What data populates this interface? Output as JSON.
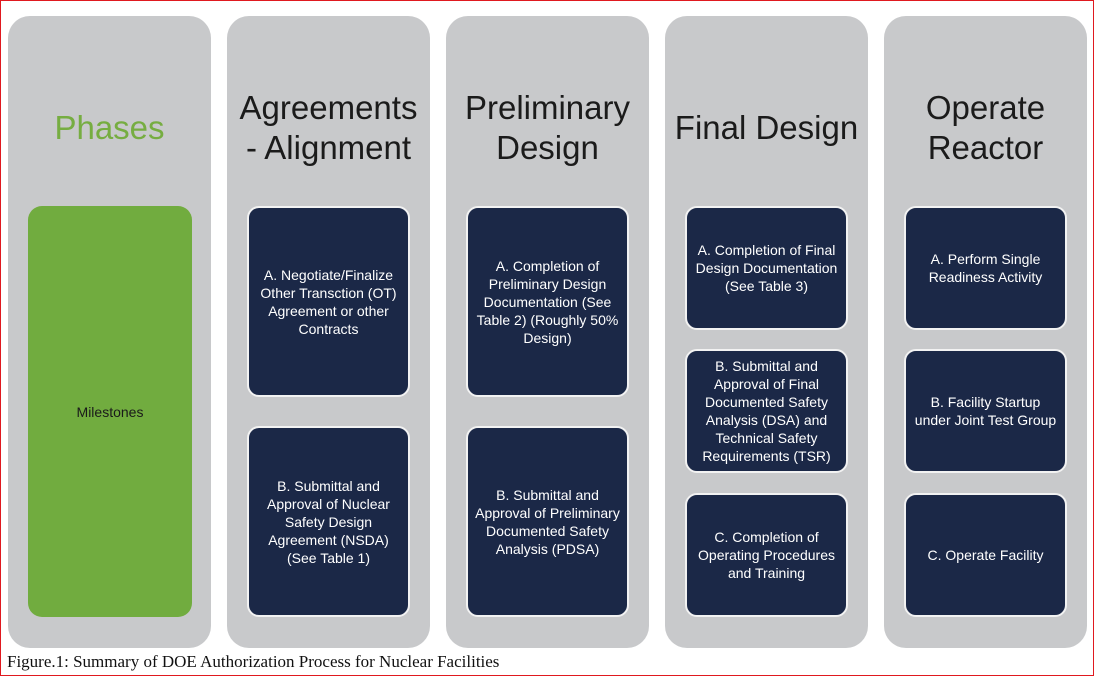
{
  "columns": [
    {
      "title": "Phases",
      "row_label": "Milestones",
      "items": []
    },
    {
      "title": "Agreements\n- Alignment",
      "items": [
        "A. Negotiate/Finalize Other Transction (OT) Agreement or other Contracts",
        "B. Submittal and Approval of Nuclear Safety Design Agreement (NSDA) (See Table 1)"
      ]
    },
    {
      "title": "Preliminary\nDesign",
      "items": [
        "A. Completion of Preliminary Design Documentation (See Table 2) (Roughly 50% Design)",
        "B. Submittal and Approval of Preliminary Documented Safety Analysis (PDSA)"
      ]
    },
    {
      "title": "Final Design",
      "items": [
        "A. Completion of Final Design Documentation (See Table 3)",
        "B. Submittal and Approval of Final Documented Safety Analysis (DSA) and Technical Safety Requirements (TSR)",
        "C. Completion of Operating Procedures and Training"
      ]
    },
    {
      "title": "Operate\nReactor",
      "items": [
        "A. Perform Single Readiness Activity",
        "B. Facility Startup under Joint Test Group",
        "C. Operate Facility"
      ]
    }
  ],
  "caption": "Figure.1: Summary of DOE Authorization Process for Nuclear Facilities",
  "colors": {
    "column_bg": "#c8c9cb",
    "box_bg": "#1b2847",
    "accent_green": "#71ac3f",
    "border_red": "#e0191f"
  }
}
